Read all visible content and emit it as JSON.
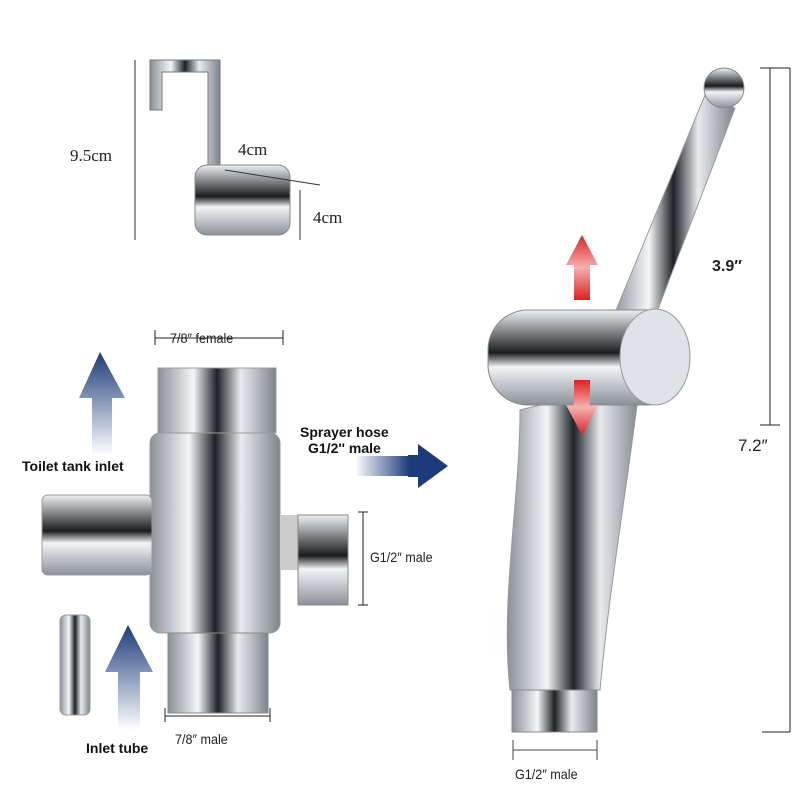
{
  "hook": {
    "height": "9.5cm",
    "width": "4cm",
    "depth": "4cm"
  },
  "tee_valve": {
    "top_size": "7/8″ female",
    "side_size": "G1/2″ male",
    "bottom_size": "7/8″ male",
    "tank_label": "Toilet tank inlet",
    "inlet_label": "Inlet tube",
    "hose_label_line1": "Sprayer hose",
    "hose_label_line2": "G1/2'' male"
  },
  "sprayer": {
    "nozzle_length": "3.9″",
    "total_length": "7.2″",
    "bottom_size": "G1/2″ male"
  },
  "colors": {
    "arrow_blue": "#1d3a7a",
    "arrow_red": "#e02020",
    "chrome": "#c8ccd2"
  }
}
